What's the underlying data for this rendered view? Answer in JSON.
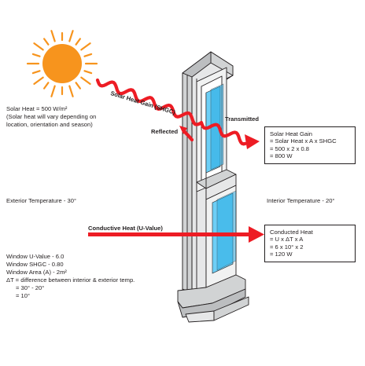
{
  "labels": {
    "solar_heat_gain_shgc": "Solar Heat Gain (SHGC)",
    "transmitted": "Transmitted",
    "reflected": "Reflected",
    "conductive_heat_u_value": "Conductive Heat (U-Value)"
  },
  "solar_info": {
    "line1": "Solar Heat = 500 W/m²",
    "line2": "(Solar heat will vary depending on",
    "line3": "location, orientation and season)"
  },
  "exterior_temp": "Exterior Temperature - 30°",
  "interior_temp": "Interior Temperature - 20°",
  "window_specs": {
    "u_value": "Window U-Value - 6.0",
    "shgc": "Window SHGC - 0.80",
    "area": "Window Area (A) - 2m²",
    "delta_t": "ΔT = difference between interior & exterior temp.",
    "calc1": "= 30° - 20°",
    "calc2": "= 10°"
  },
  "solar_gain_box": {
    "title": "Solar Heat Gain",
    "line1": "= Solar Heat x A x SHGC",
    "line2": "= 500 x 2 x 0.8",
    "line3": "= 800 W"
  },
  "conducted_box": {
    "title": "Conducted Heat",
    "line1": "= U x ΔT x A",
    "line2": "= 6 x 10° x 2",
    "line3": "= 120 W"
  },
  "colors": {
    "sun_orange": "#f7941d",
    "arrow_red": "#ed1c24",
    "glass_blue": "#6dcff6",
    "frame_gray": "#d1d3d4"
  }
}
